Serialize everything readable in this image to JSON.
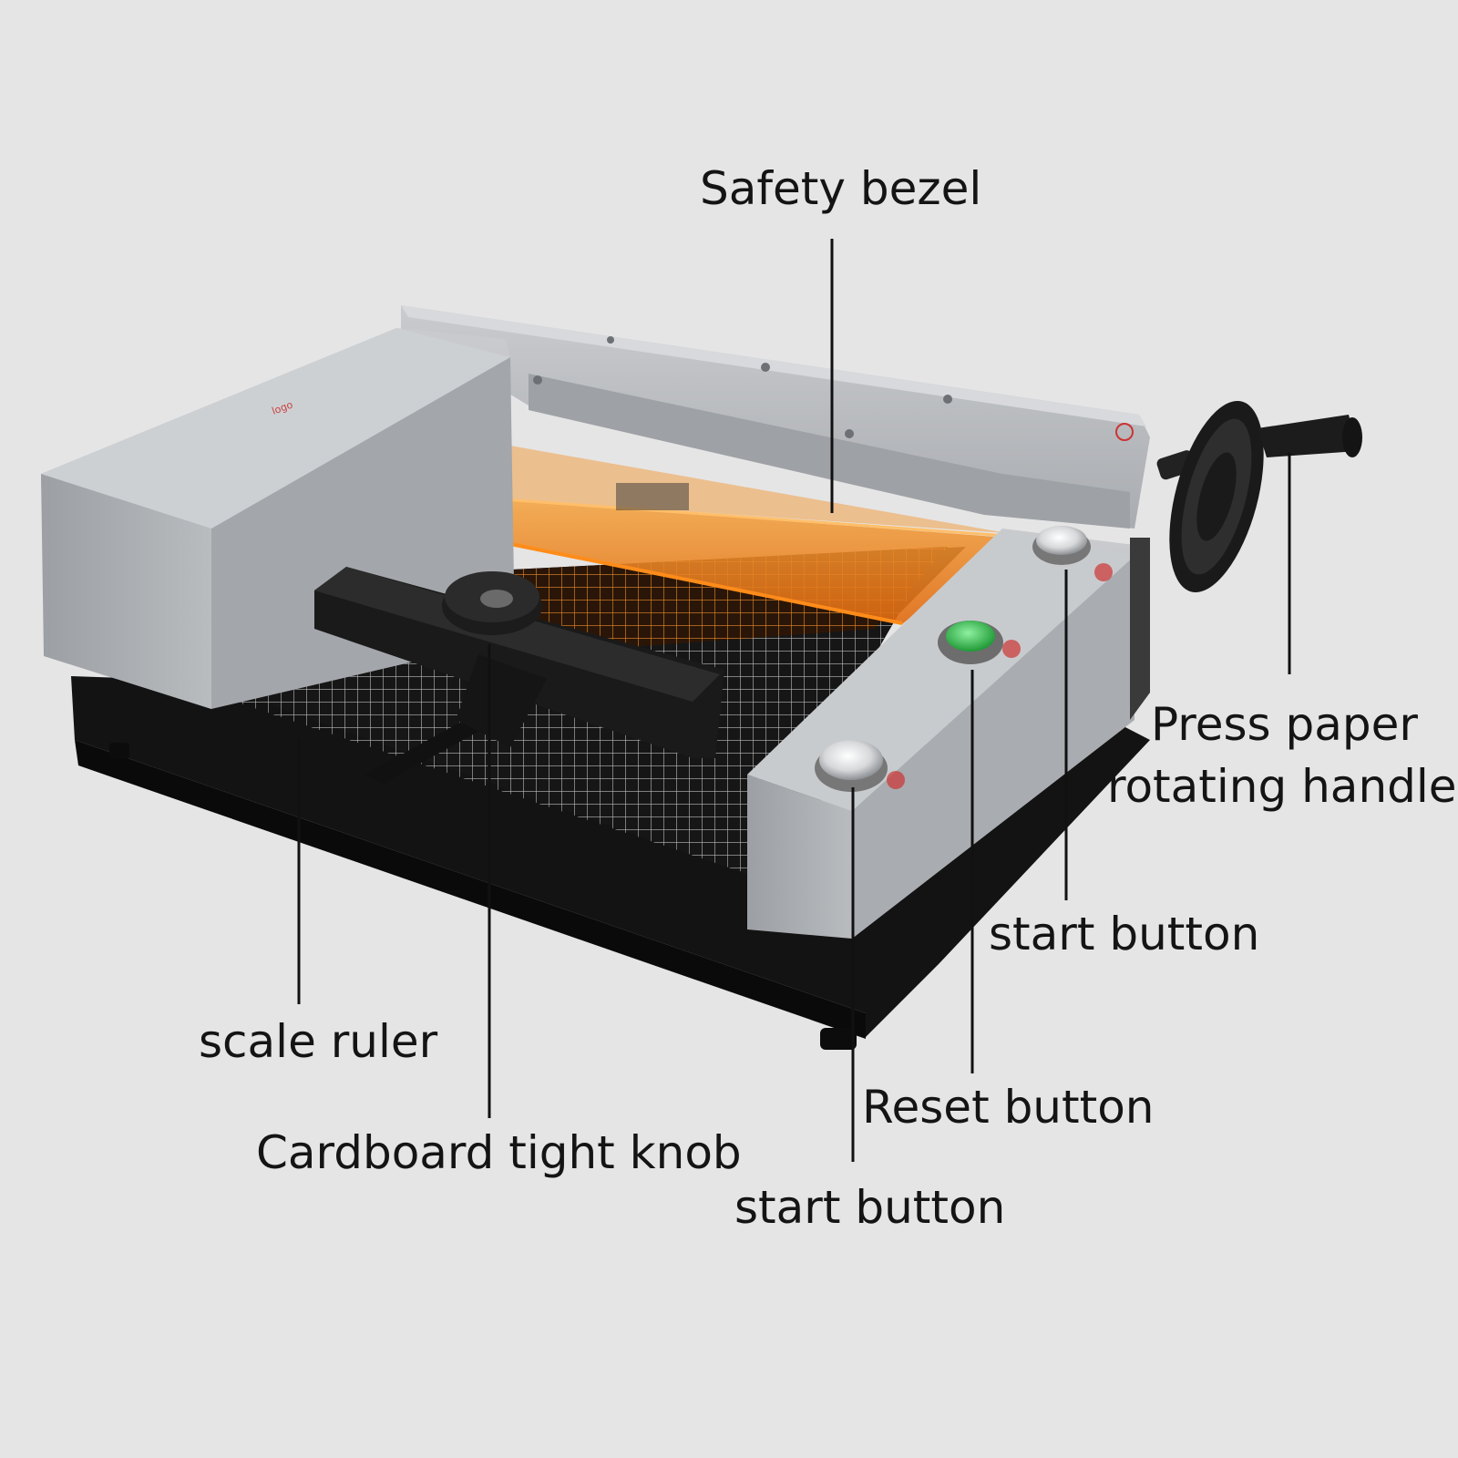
{
  "labels": {
    "safety_bezel": "Safety bezel",
    "press_paper_line1": "Press paper",
    "press_paper_line2": "rotating handle",
    "start_button_upper": "start button",
    "scale_ruler": "scale ruler",
    "reset_button": "Reset button",
    "cardboard_knob": "Cardboard tight knob",
    "start_button_lower": "start button"
  },
  "colors": {
    "background": "#e5e5e5",
    "body_gray": "#b3b6ba",
    "base_black": "#1a1a1a",
    "bezel_orange": "#f08a1c",
    "reset_green": "#2fbf4a",
    "text": "#141414"
  }
}
